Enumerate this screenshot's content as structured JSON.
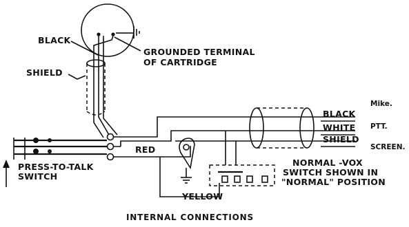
{
  "labels": {
    "black_top": "BLACK",
    "shield_top": "SHIELD",
    "grounded_line1": "GROUNDED TERMINAL",
    "grounded_line2": "OF CARTRIDGE",
    "cable_black": "BLACK",
    "cable_white": "WHITE",
    "cable_shield": "SHIELD",
    "mike": "Mike.",
    "ptt": "PTT.",
    "screen": "SCREEN.",
    "red": "RED",
    "yellow": "YELLOW",
    "press_line1": "PRESS-TO-TALK",
    "press_line2": "SWITCH",
    "vox_line1": "NORMAL -VOX",
    "vox_line2": "SWITCH SHOWN IN",
    "vox_line3": "\"NORMAL\" POSITION",
    "caption": "INTERNAL CONNECTIONS"
  }
}
